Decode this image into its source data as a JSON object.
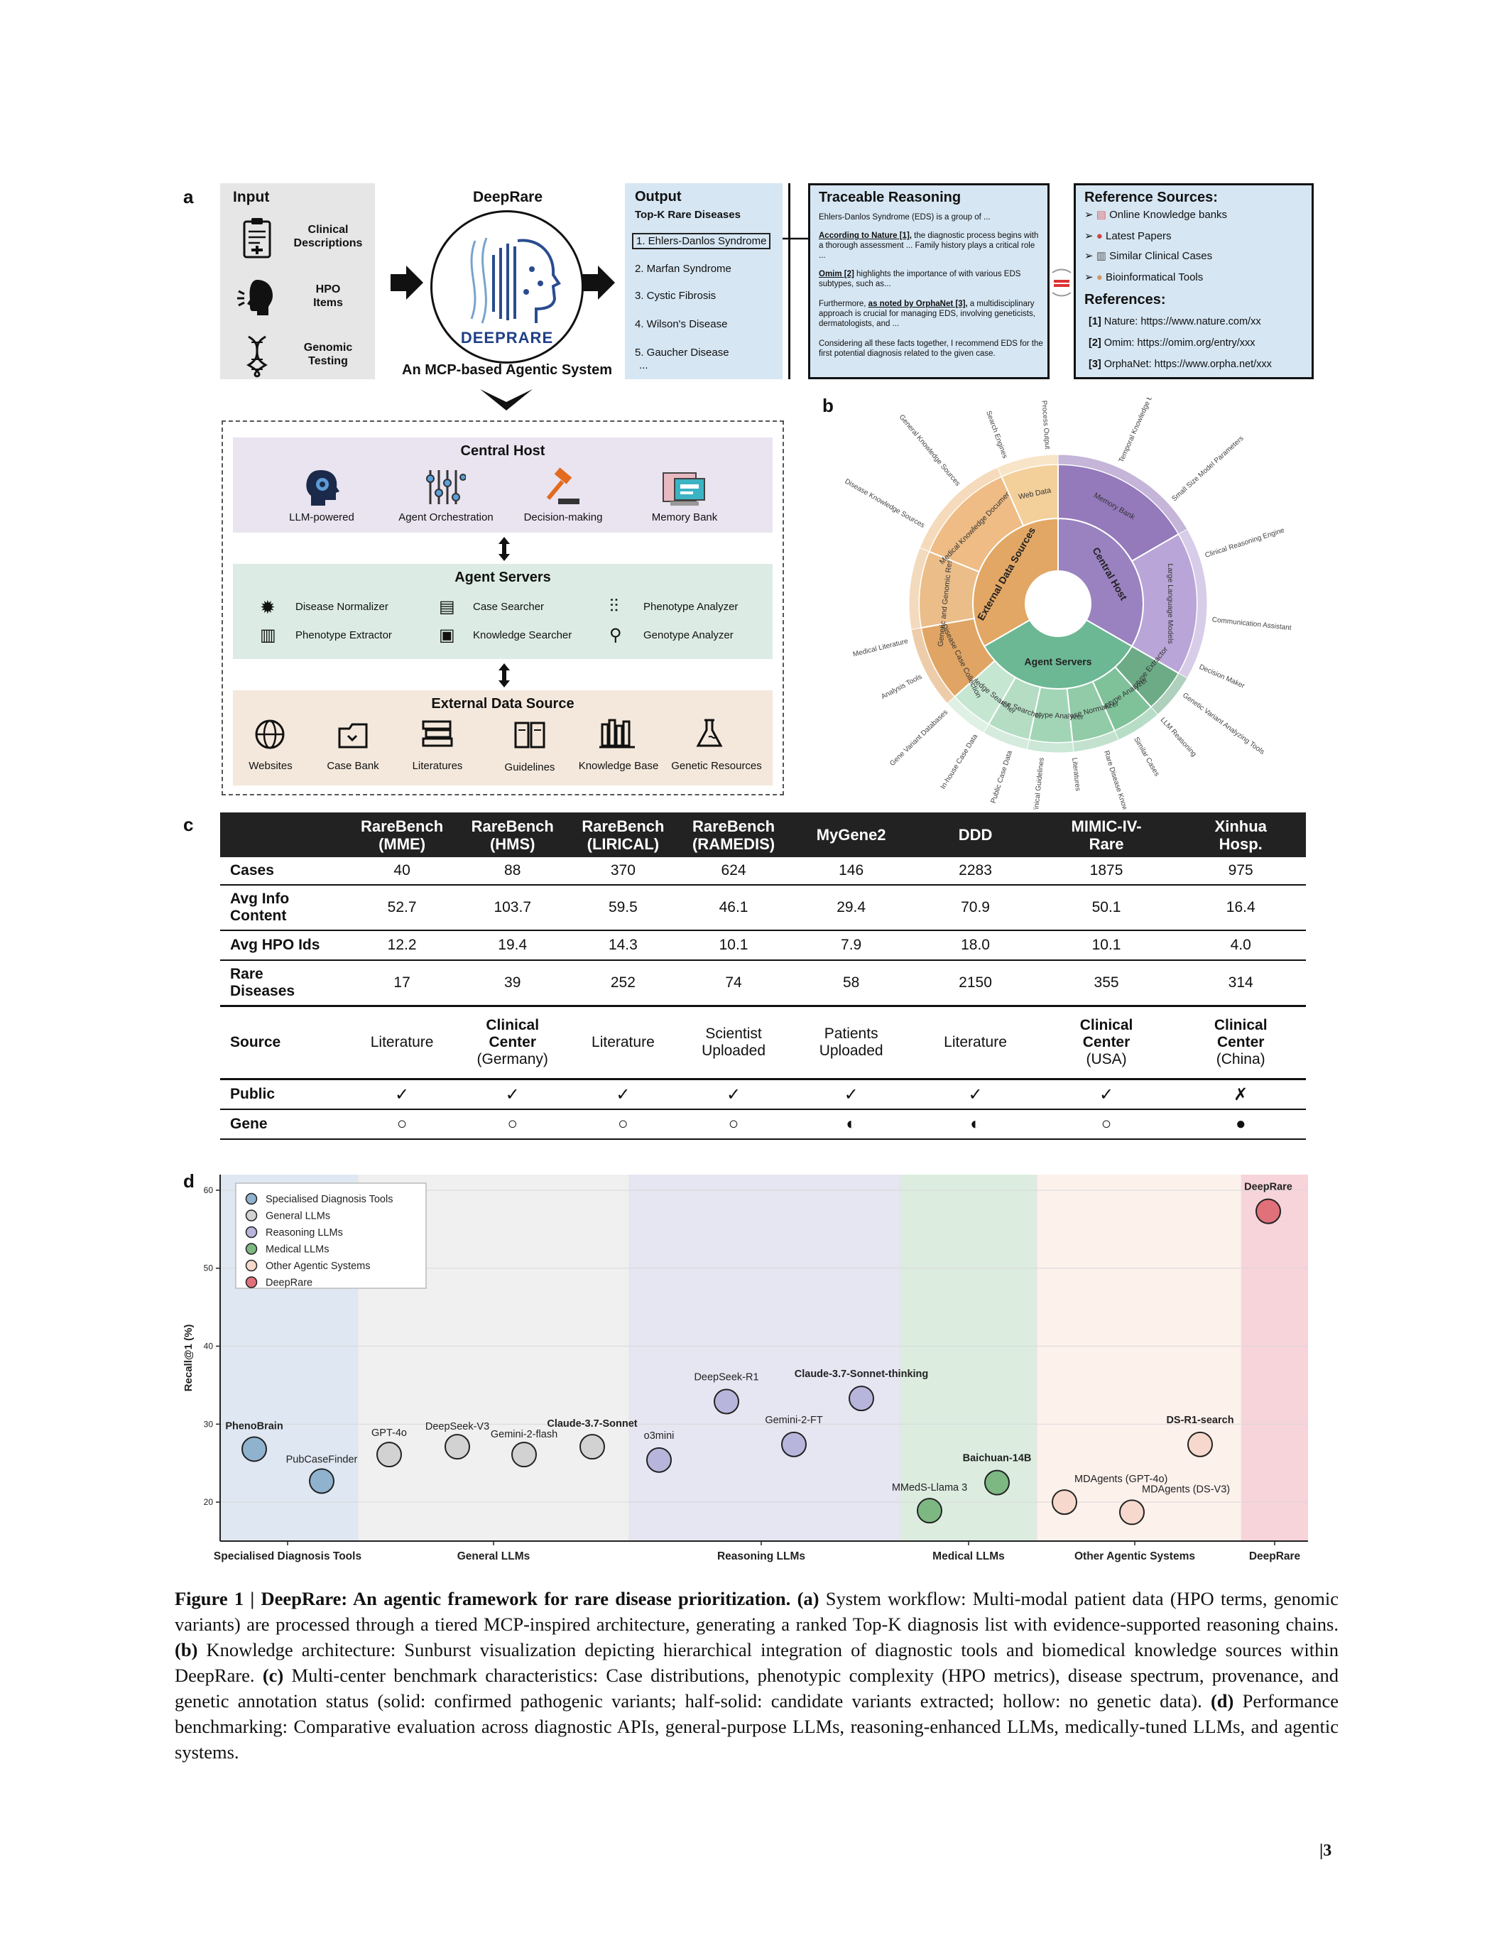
{
  "panels": {
    "a": "a",
    "b": "b",
    "c": "c",
    "d": "d"
  },
  "input": {
    "title": "Input",
    "items": [
      {
        "label_1": "Clinical",
        "label_2": "Descriptions",
        "icon": "clipboard-icon"
      },
      {
        "label_1": "HPO",
        "label_2": "Items",
        "icon": "head-speaking-icon"
      },
      {
        "label_1": "Genomic",
        "label_2": "Testing",
        "icon": "dna-icon"
      }
    ]
  },
  "system": {
    "title": "DeepRare",
    "logo_text": "DEEPRARE",
    "subtitle": "An MCP-based Agentic System"
  },
  "output": {
    "title": "Output",
    "subtitle": "Top-K Rare Diseases",
    "diseases": [
      "1. Ehlers-Danlos Syndrome",
      "2. Marfan Syndrome",
      "3. Cystic Fibrosis",
      "4. Wilson's Disease",
      "5. Gaucher Disease"
    ],
    "ellipsis": "..."
  },
  "reasoning": {
    "title": "Traceable Reasoning",
    "p1": "Ehlers-Danlos Syndrome (EDS) is a group of ...",
    "p2_link": "According to Nature [1],",
    "p2_rest": " the diagnostic process begins with a thorough assessment ... Family history plays a critical role ...",
    "p3_link": "Omim [2]",
    "p3_rest": " highlights the importance of with various EDS subtypes, such as...",
    "p4_pre": "Furthermore, ",
    "p4_link": "as noted by OrphaNet [3],",
    "p4_rest": " a multidisciplinary approach is crucial for managing EDS, involving geneticists, dermatologists, and ...",
    "p5": "Considering all these facts together, I recommend EDS for the first potential diagnosis related to the given case."
  },
  "references": {
    "title": "Reference Sources:",
    "sources": [
      "Online Knowledge banks",
      "Latest Papers",
      "Similar Clinical Cases",
      "Bioinformatical Tools"
    ],
    "refs_title": "References:",
    "refs": [
      {
        "num": "[1]",
        "text": " Nature: https://www.nature.com/xx"
      },
      {
        "num": "[2]",
        "text": " Omim: https://omim.org/entry/xxx"
      },
      {
        "num": "[3]",
        "text": " OrphaNet:  https://www.orpha.net/xxx"
      }
    ]
  },
  "architecture": {
    "central_host": {
      "title": "Central Host",
      "items": [
        "LLM-powered",
        "Agent Orchestration",
        "Decision-making",
        "Memory Bank"
      ]
    },
    "agent_servers": {
      "title": "Agent Servers",
      "items": [
        "Disease Normalizer",
        "Case Searcher",
        "Phenotype Analyzer",
        "Phenotype Extractor",
        "Knowledge Searcher",
        "Genotype Analyzer"
      ]
    },
    "external": {
      "title": "External Data Source",
      "items": [
        "Websites",
        "Case Bank",
        "Literatures",
        "Guidelines",
        "Knowledge Base",
        "Genetic Resources"
      ]
    }
  },
  "sunburst": {
    "inner": [
      {
        "label": "Central Host",
        "color": "#9a82c0"
      },
      {
        "label": "Agent Servers",
        "color": "#6cb794"
      },
      {
        "label": "External Data Sources",
        "color": "#e2a764"
      }
    ],
    "middle": [
      {
        "label": "Memory Bank",
        "color": "#9479bb"
      },
      {
        "label": "Large Language Models",
        "color": "#b9a5d7"
      },
      {
        "label": "Phenotype Extractor",
        "color": "#6cab86"
      },
      {
        "label": "Phenotype Analyzer",
        "color": "#7fc29a"
      },
      {
        "label": "Disease Normalizer",
        "color": "#91cba8"
      },
      {
        "label": "Genotype Analyzer",
        "color": "#a2d5b6"
      },
      {
        "label": "Case Searcher",
        "color": "#b4ddc3"
      },
      {
        "label": "Knowledge Searcher",
        "color": "#c5e6d1"
      },
      {
        "label": "Rare Disease Case Collection",
        "color": "#e0a564"
      },
      {
        "label": "Genetic and Genomic Resources",
        "color": "#ebbd88"
      },
      {
        "label": "Medical Knowledge Documents",
        "color": "#eebc84"
      },
      {
        "label": "Web Data",
        "color": "#f3cf9a"
      }
    ],
    "outer": [
      "Temporal Knowledge Base",
      "Small Size Model Parameters",
      "Clinical Reasoning Engine",
      "Communication Assistant",
      "Decision Maker",
      "Genetic Variant Analyzing Tools",
      "LLM Reasoning",
      "Similar Cases",
      "Rare Disease Knowledge",
      "Literatures",
      "Clinical Guidelines",
      "Public Case Data",
      "In-house Case Data",
      "Gene Variant Databases",
      "Analysis Tools",
      "Medical Literature",
      "Rare Disease Knowledge Sources",
      "General Knowledge Sources",
      "Search Engines",
      "Process Output"
    ]
  },
  "table": {
    "headers": [
      "",
      "RareBench\n(MME)",
      "RareBench\n(HMS)",
      "RareBench\n(LIRICAL)",
      "RareBench\n(RAMEDIS)",
      "MyGene2",
      "DDD",
      "MIMIC-IV-\nRare",
      "Xinhua\nHosp."
    ],
    "rows": [
      {
        "label": "Cases",
        "cells": [
          "40",
          "88",
          "370",
          "624",
          "146",
          "2283",
          "1875",
          "975"
        ]
      },
      {
        "label": "Avg Info\nContent",
        "cells": [
          "52.7",
          "103.7",
          "59.5",
          "46.1",
          "29.4",
          "70.9",
          "50.1",
          "16.4"
        ]
      },
      {
        "label": "Avg HPO Ids",
        "cells": [
          "12.2",
          "19.4",
          "14.3",
          "10.1",
          "7.9",
          "18.0",
          "10.1",
          "4.0"
        ]
      },
      {
        "label": "Rare\nDiseases",
        "cells": [
          "17",
          "39",
          "252",
          "74",
          "58",
          "2150",
          "355",
          "314"
        ]
      },
      {
        "label": "Source",
        "cells": [
          "Literature",
          "Clinical\nCenter\n(Germany)",
          "Literature",
          "Scientist\nUploaded",
          "Patients\nUploaded",
          "Literature",
          "Clinical\nCenter\n(USA)",
          "Clinical\nCenter\n(China)"
        ]
      },
      {
        "label": "Public",
        "cells": [
          "✓",
          "✓",
          "✓",
          "✓",
          "✓",
          "✓",
          "✓",
          "✗"
        ]
      },
      {
        "label": "Gene",
        "cells": [
          "○",
          "○",
          "○",
          "○",
          "◐",
          "◐",
          "○",
          "●"
        ]
      }
    ]
  },
  "chart_data": {
    "type": "scatter",
    "ylabel": "Recall@1 (%)",
    "ylim": [
      15,
      62
    ],
    "yticks": [
      "20",
      "30",
      "40",
      "50",
      "60"
    ],
    "legend_placement": "top-left",
    "groups": [
      {
        "name": "Specialised Diagnosis Tools",
        "color": "#8fb2cf",
        "bg": "#dfe8f2"
      },
      {
        "name": "General LLMs",
        "color": "#d2d2d2",
        "bg": "#f0f0f0"
      },
      {
        "name": "Reasoning LLMs",
        "color": "#b8b5dc",
        "bg": "#e6e5f2"
      },
      {
        "name": "Medical LLMs",
        "color": "#7db882",
        "bg": "#dcede0"
      },
      {
        "name": "Other Agentic Systems",
        "color": "#f6d9cc",
        "bg": "#fdf1ec"
      },
      {
        "name": "DeepRare",
        "color": "#e0707a",
        "bg": "#f7d3da"
      }
    ],
    "points": [
      {
        "name": "PhenoBrain",
        "group": 0,
        "y": 26.8,
        "bold": true
      },
      {
        "name": "PubCaseFinder",
        "group": 0,
        "y": 22.7,
        "bold": false
      },
      {
        "name": "GPT-4o",
        "group": 1,
        "y": 26.1,
        "bold": false
      },
      {
        "name": "DeepSeek-V3",
        "group": 1,
        "y": 27.1,
        "bold": false
      },
      {
        "name": "Gemini-2-flash",
        "group": 1,
        "y": 26.1,
        "bold": false
      },
      {
        "name": "Claude-3.7-Sonnet",
        "group": 1,
        "y": 27.1,
        "bold": true
      },
      {
        "name": "o3mini",
        "group": 2,
        "y": 25.4,
        "bold": false
      },
      {
        "name": "DeepSeek-R1",
        "group": 2,
        "y": 32.9,
        "bold": false
      },
      {
        "name": "Gemini-2-FT",
        "group": 2,
        "y": 27.4,
        "bold": false
      },
      {
        "name": "Claude-3.7-Sonnet-thinking",
        "group": 2,
        "y": 33.3,
        "bold": true
      },
      {
        "name": "MMedS-Llama 3",
        "group": 3,
        "y": 18.9,
        "bold": false
      },
      {
        "name": "Baichuan-14B",
        "group": 3,
        "y": 22.5,
        "bold": true
      },
      {
        "name": "MDAgents (GPT-4o)",
        "group": 4,
        "y": 20.0,
        "bold": false
      },
      {
        "name": "MDAgents (DS-V3)",
        "group": 4,
        "y": 18.7,
        "bold": false
      },
      {
        "name": "DS-R1-search",
        "group": 4,
        "y": 27.4,
        "bold": true
      },
      {
        "name": "DeepRare",
        "group": 5,
        "y": 57.3,
        "bold": true
      }
    ]
  },
  "caption": {
    "title": "Figure 1 | DeepRare: An agentic framework for rare disease prioritization.",
    "a_label": "(a)",
    "a_text": " System workflow: Multi-modal patient data (HPO terms, genomic variants) are processed through a tiered MCP-inspired architecture, generating a ranked Top-K diagnosis list with evidence-supported reasoning chains. ",
    "b_label": "(b)",
    "b_text": " Knowledge architecture: Sunburst visualization depicting hierarchical integration of diagnostic tools and biomedical knowledge sources within DeepRare. ",
    "c_label": "(c)",
    "c_text": " Multi-center benchmark characteristics: Case distributions, phenotypic complexity (HPO metrics), disease spectrum, provenance, and genetic annotation status (solid: confirmed pathogenic variants; half-solid: candidate variants extracted; hollow: no genetic data). ",
    "d_label": "(d)",
    "d_text": " Performance benchmarking: Comparative evaluation across diagnostic APIs, general-purpose LLMs, reasoning-enhanced LLMs, medically-tuned LLMs, and agentic systems."
  },
  "page_number": "|3"
}
